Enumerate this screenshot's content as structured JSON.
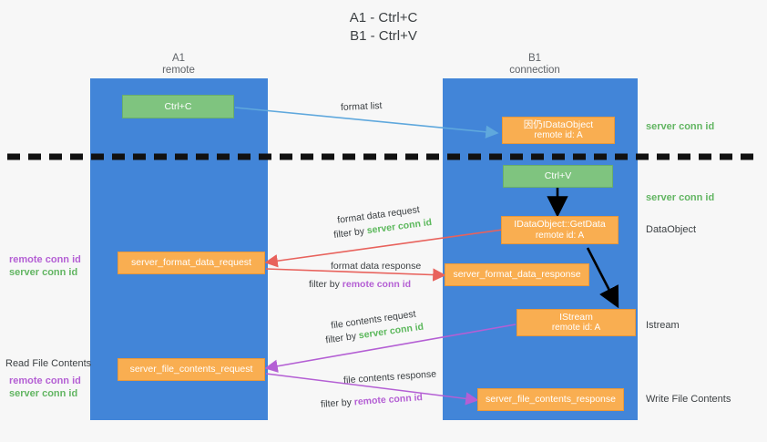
{
  "title": {
    "line1": "A1 - Ctrl+C",
    "line2": "B1 - Ctrl+V"
  },
  "colors": {
    "lane": "#4285d8",
    "green_box": "#7fc47f",
    "orange_box": "#f9ae51",
    "green_text": "#62b562",
    "purple_text": "#b45fd4",
    "blue_arrow": "#5fa8dd",
    "red_arrow": "#e8625c",
    "purple_arrow": "#b45fd4",
    "black_arrow": "#000000",
    "background": "#f7f7f7"
  },
  "columns": [
    {
      "name": "A1",
      "sub": "remote"
    },
    {
      "name": "B1",
      "sub": "connection"
    }
  ],
  "boxes": {
    "ctrl_c": {
      "line1": "Ctrl+C"
    },
    "ctrl_v": {
      "line1": "Ctrl+V"
    },
    "idataobject": {
      "line1": "因仍IDataObject",
      "line2": "remote id: A"
    },
    "getdata": {
      "line1": "IDataObject::GetData",
      "line2": "remote id: A"
    },
    "istream": {
      "line1": "IStream",
      "line2": "remote id: A"
    },
    "server_format_data_request": {
      "line1": "server_format_data_request"
    },
    "server_format_data_response": {
      "line1": "server_format_data_response"
    },
    "server_file_contents_request": {
      "line1": "server_file_contents_request"
    },
    "server_file_contents_response": {
      "line1": "server_file_contents_response"
    }
  },
  "right_labels": {
    "server_conn_id_1": "server conn id",
    "server_conn_id_2": "server conn id",
    "dataobject": "DataObject",
    "istream": "Istream",
    "write_file_contents": "Write File Contents"
  },
  "left_labels": {
    "remote_conn_id_1": "remote conn id",
    "server_conn_id_1": "server conn id",
    "read_file_contents": "Read File Contents",
    "remote_conn_id_2": "remote conn id",
    "server_conn_id_2": "server conn id"
  },
  "arrow_labels": {
    "format_list": "format list",
    "format_data_request": "format data request",
    "format_data_request_filter_prefix": "filter by ",
    "format_data_request_filter_value": "server conn id",
    "format_data_response": "format data response",
    "format_data_response_filter_prefix": "filter by ",
    "format_data_response_filter_value": "remote conn id",
    "file_contents_request": "file contents request",
    "file_contents_request_filter_prefix": "filter by ",
    "file_contents_request_filter_value": "server conn id",
    "file_contents_response": "file contents response",
    "file_contents_response_filter_prefix": "filter by ",
    "file_contents_response_filter_value": "remote conn id"
  }
}
